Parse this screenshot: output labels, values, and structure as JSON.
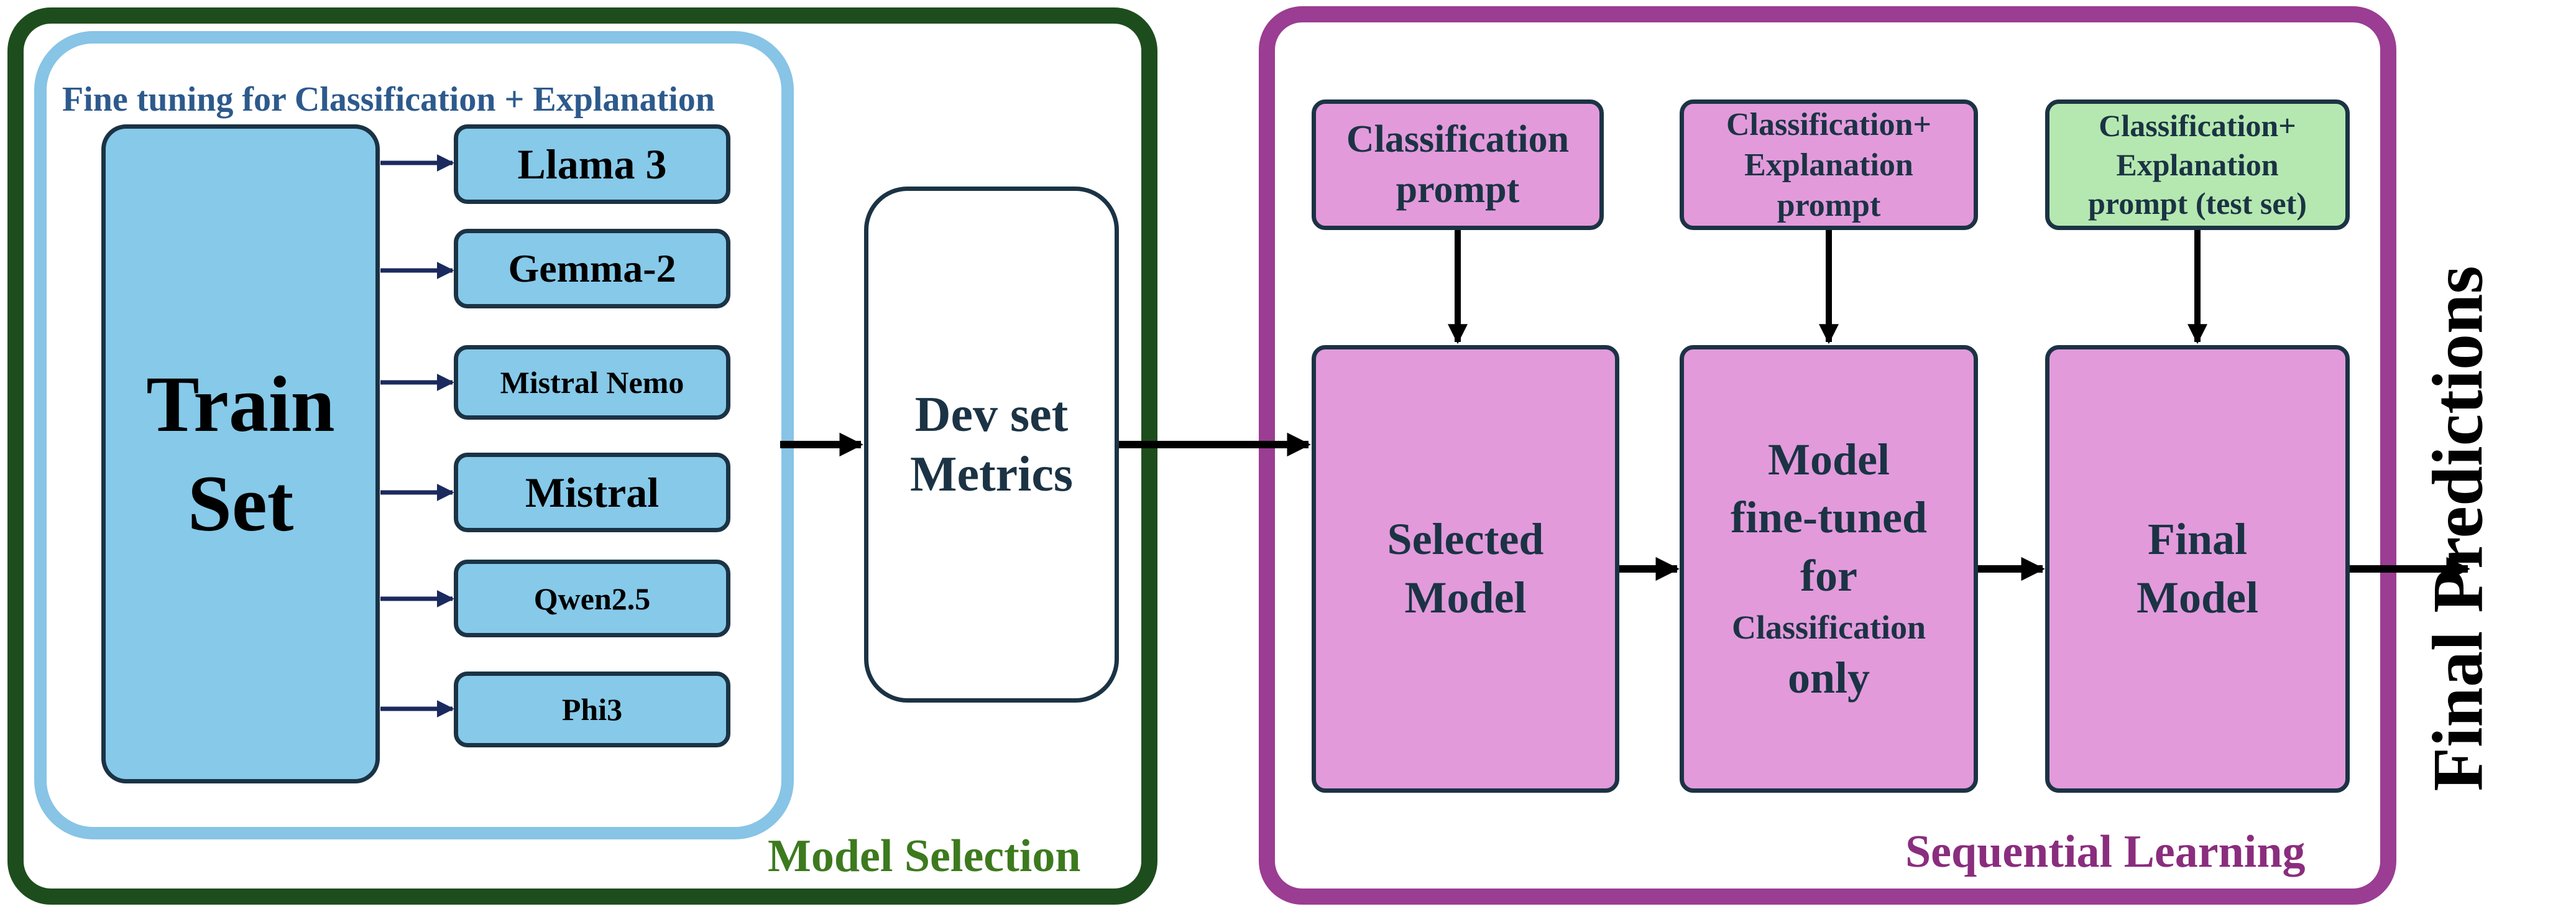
{
  "model_selection": {
    "fine_tuning_title": "Fine tuning for Classification + Explanation",
    "train_set_line1": "Train",
    "train_set_line2": "Set",
    "models": [
      "Llama 3",
      "Gemma-2",
      "Mistral Nemo",
      "Mistral",
      "Qwen2.5",
      "Phi3"
    ],
    "dev_set_line1": "Dev set",
    "dev_set_line2": "Metrics",
    "group_label": "Model Selection"
  },
  "sequential_learning": {
    "prompt1_line1": "Classification",
    "prompt1_line2": "prompt",
    "prompt2_line1": "Classification+",
    "prompt2_line2": "Explanation",
    "prompt2_line3": "prompt",
    "prompt3_line1": "Classification+",
    "prompt3_line2": "Explanation",
    "prompt3_line3": "prompt (test set)",
    "stage1_line1": "Selected",
    "stage1_line2": "Model",
    "stage2_line1": "Model",
    "stage2_line2": "fine-tuned",
    "stage2_line3": "for",
    "stage2_line4": "Classification",
    "stage2_line5": "only",
    "stage3_line1": "Final",
    "stage3_line2": "Model",
    "group_label": "Sequential Learning"
  },
  "final_predictions": "Final Predictions",
  "colors": {
    "model_selection_border": "#1e4d1d",
    "sequential_learning_border": "#9b3d93",
    "fine_tuning_border": "#87c4e6",
    "blue_box": "#86c9e9",
    "pink_box": "#e29adb",
    "green_box": "#b5e8b0",
    "dark_text": "#1b3344"
  }
}
